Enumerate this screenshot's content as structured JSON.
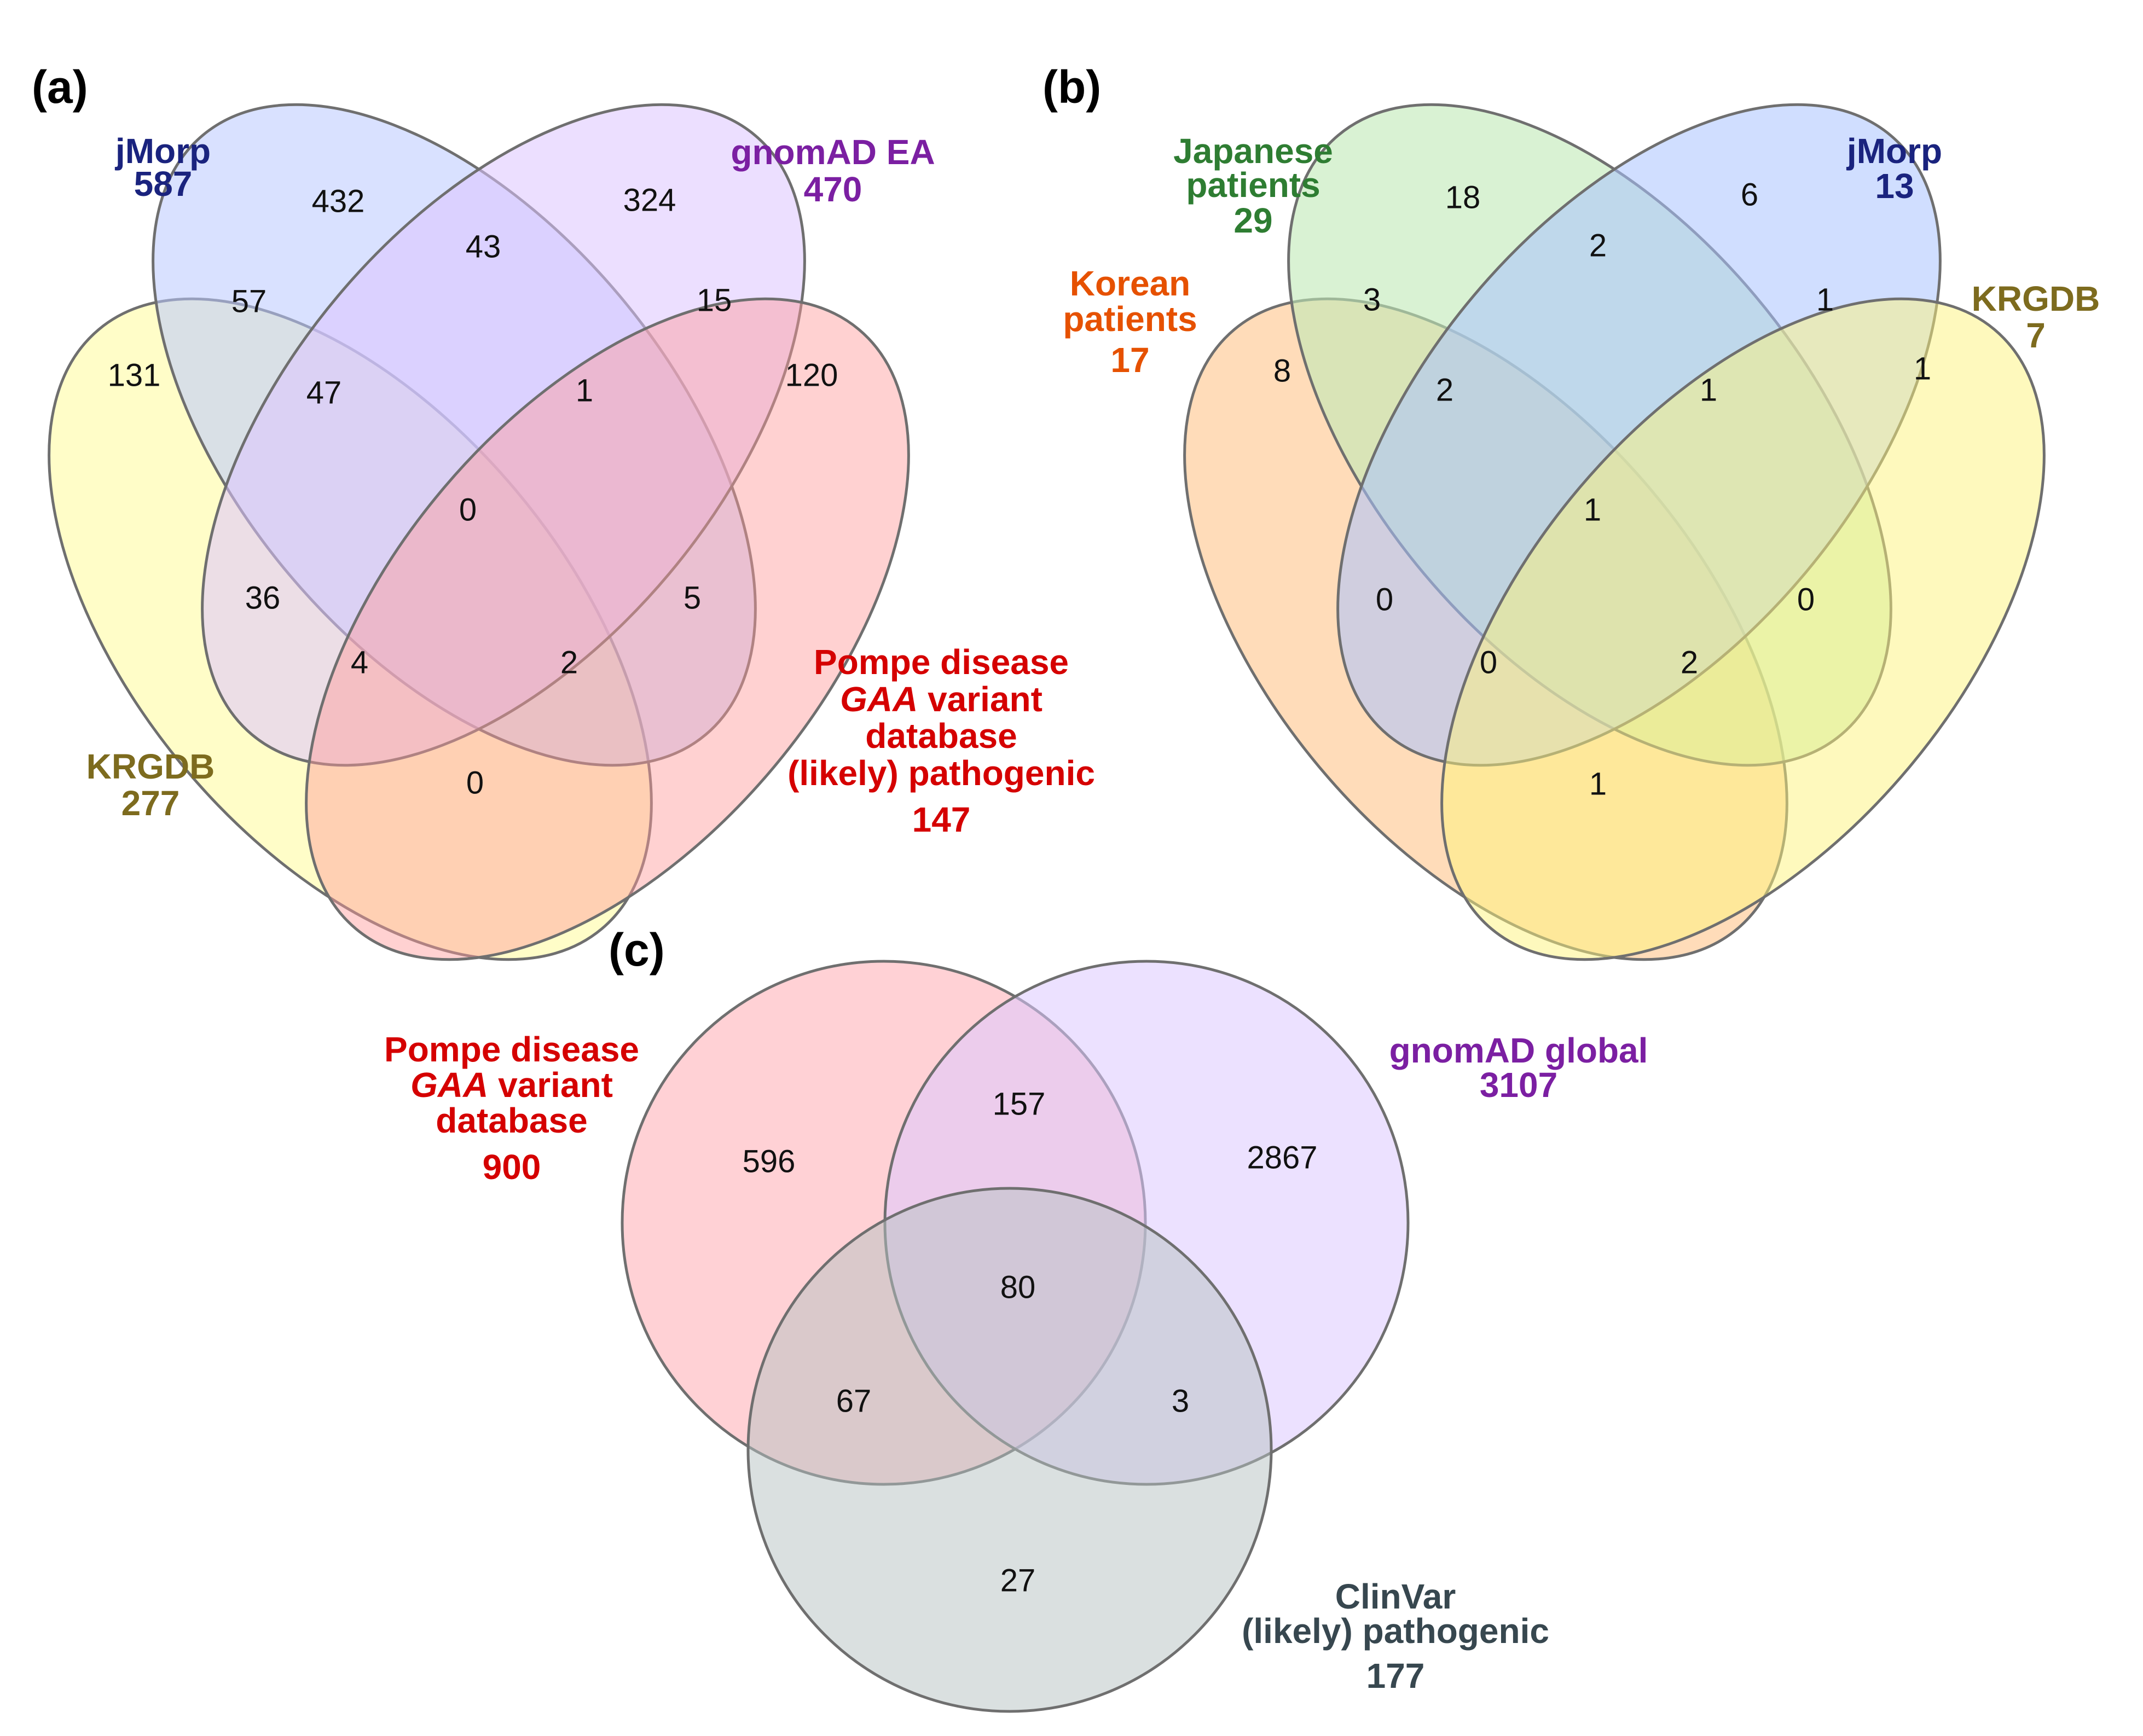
{
  "panels": {
    "a": {
      "letter": "(a)",
      "sets": {
        "jmorp": {
          "label": "jMorp",
          "count": "587"
        },
        "gnomad": {
          "label": "gnomAD EA",
          "count": "470"
        },
        "krgdb": {
          "label": "KRGDB",
          "count": "277"
        },
        "pompe": {
          "label_line1": "Pompe disease",
          "label_line2_italic": "GAA",
          "label_line2_rest": " variant",
          "label_line3": "database",
          "label_line4": "(likely) pathogenic",
          "count": "147"
        }
      },
      "regions": {
        "jmorp_only": "432",
        "gnomad_only": "324",
        "jmorp_gnomad": "43",
        "jmorp_krgdb": "57",
        "gnomad_pompe": "15",
        "krgdb_only": "131",
        "jmorp_gnomad_krgdb": "47",
        "jmorp_gnomad_pompe": "1",
        "pompe_only": "120",
        "all_four": "0",
        "jmorp_krgdb_pompe": "36",
        "gnomad_krgdb_pompe": "5",
        "krgdb_gnomad_pompe_mid": "4",
        "jmorp_pompe": "2",
        "krgdb_pompe": "0"
      },
      "colors": {
        "jmorp": "#1a237e",
        "gnomad": "#7b1fa2",
        "krgdb": "#7d6b1e",
        "pompe": "#d50000"
      }
    },
    "b": {
      "letter": "(b)",
      "sets": {
        "japanese": {
          "label_line1": "Japanese",
          "label_line2": "patients",
          "count": "29"
        },
        "jmorp": {
          "label": "jMorp",
          "count": "13"
        },
        "korean": {
          "label_line1": "Korean",
          "label_line2": "patients",
          "count": "17"
        },
        "krgdb": {
          "label": "KRGDB",
          "count": "7"
        }
      },
      "regions": {
        "japanese_only": "18",
        "jmorp_only": "6",
        "japanese_jmorp": "2",
        "japanese_korean": "3",
        "jmorp_krgdb": "1",
        "korean_only": "8",
        "japanese_jmorp_korean": "2",
        "japanese_jmorp_krgdb": "1",
        "krgdb_only": "1",
        "all_four": "1",
        "japanese_korean_krgdb": "0",
        "jmorp_krgdb_korean": "0",
        "korean_krgdb_left": "0",
        "japanese_krgdb": "2",
        "korean_krgdb": "1"
      },
      "colors": {
        "japanese": "#2e7d32",
        "jmorp": "#1a237e",
        "korean": "#e65100",
        "krgdb": "#7d6b1e"
      }
    },
    "c": {
      "letter": "(c)",
      "sets": {
        "pompe": {
          "label_line1": "Pompe disease",
          "label_line2_italic": "GAA",
          "label_line2_rest": " variant",
          "label_line3": "database",
          "count": "900"
        },
        "gnomad": {
          "label": "gnomAD global",
          "count": "3107"
        },
        "clinvar": {
          "label_line1": "ClinVar",
          "label_line2": "(likely) pathogenic",
          "count": "177"
        }
      },
      "regions": {
        "pompe_only": "596",
        "pompe_gnomad": "157",
        "gnomad_only": "2867",
        "all_three": "80",
        "pompe_clinvar": "67",
        "gnomad_clinvar": "3",
        "clinvar_only": "27"
      },
      "colors": {
        "pompe": "#d50000",
        "gnomad": "#7b1fa2",
        "clinvar": "#37474f"
      }
    }
  }
}
